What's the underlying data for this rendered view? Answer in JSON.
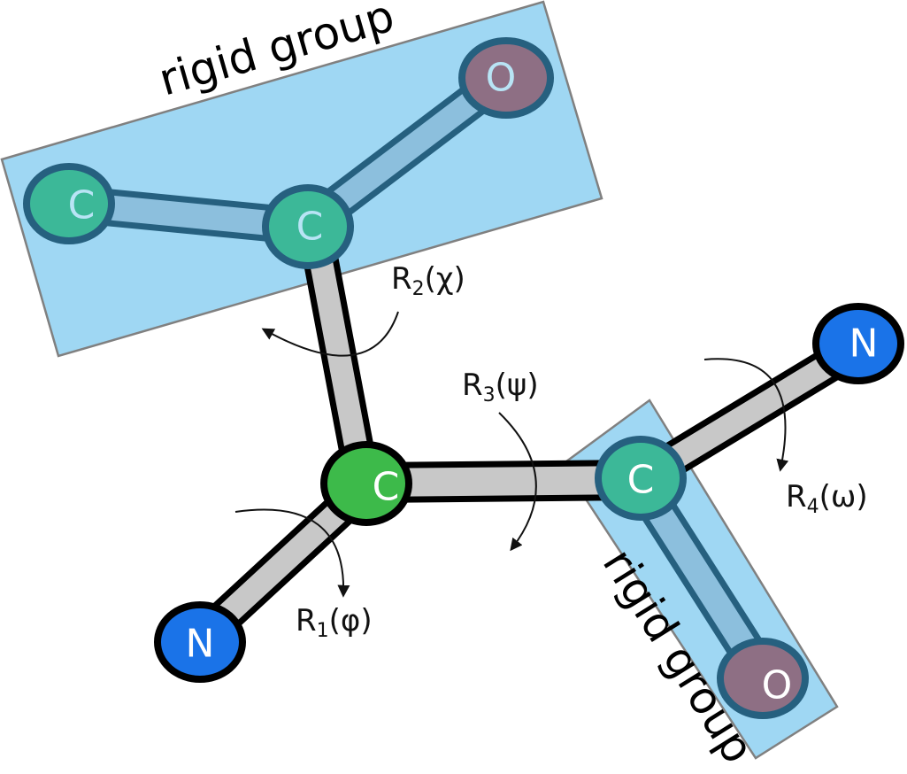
{
  "colors": {
    "rigid_fill": "#9fd7f3",
    "rigid_stroke": "#808080",
    "bond_fill": "#c8c8c8",
    "bond_stroke": "#000000",
    "rigid_bond_fill": "#8cbfdd",
    "rigid_bond_stroke": "#26607f",
    "carbon_alpha": "#3dba4a",
    "carbon": "#3cb898",
    "nitrogen": "#1a73e8",
    "oxygen": "#8e6f84",
    "rigid_atom_stroke": "#26607f",
    "rigid_text": "#b8e4f5",
    "white_text": "#ffffff"
  },
  "labels": {
    "rigid_group_top": "rigid group",
    "rigid_group_bottom": "rigid group"
  },
  "atoms": {
    "c_left": "C",
    "c_top": "C",
    "o_top": "O",
    "c_alpha": "C",
    "n_left": "N",
    "c_right": "C",
    "n_right": "N",
    "o_bottom": "O"
  },
  "rotations": {
    "r1": {
      "base": "R",
      "sub": "1",
      "arg": "(φ)"
    },
    "r2": {
      "base": "R",
      "sub": "2",
      "arg": "(χ)"
    },
    "r3": {
      "base": "R",
      "sub": "3",
      "arg": "(ψ)"
    },
    "r4": {
      "base": "R",
      "sub": "4",
      "arg": "(ω)"
    }
  }
}
